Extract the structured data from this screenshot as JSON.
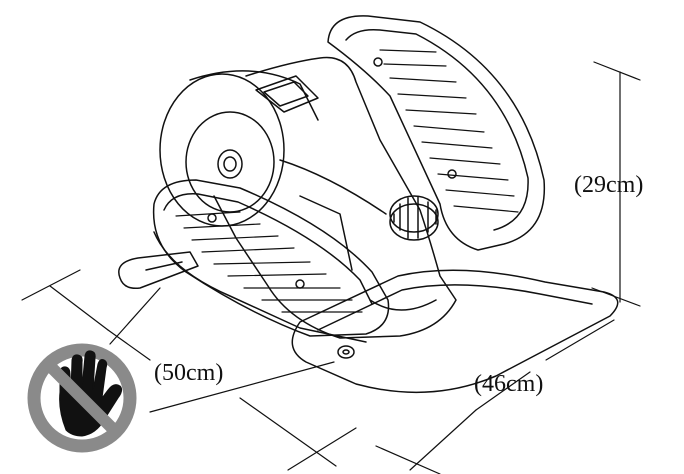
{
  "dimensions": {
    "height": "(29cm)",
    "depth": "(50cm)",
    "width": "(46cm)"
  },
  "colors": {
    "line": "#111111",
    "sign_gray": "#8a8a8a",
    "sign_fill": "#ffffff",
    "hand": "#111111"
  },
  "icons": {
    "warning": "no-hand-icon"
  }
}
